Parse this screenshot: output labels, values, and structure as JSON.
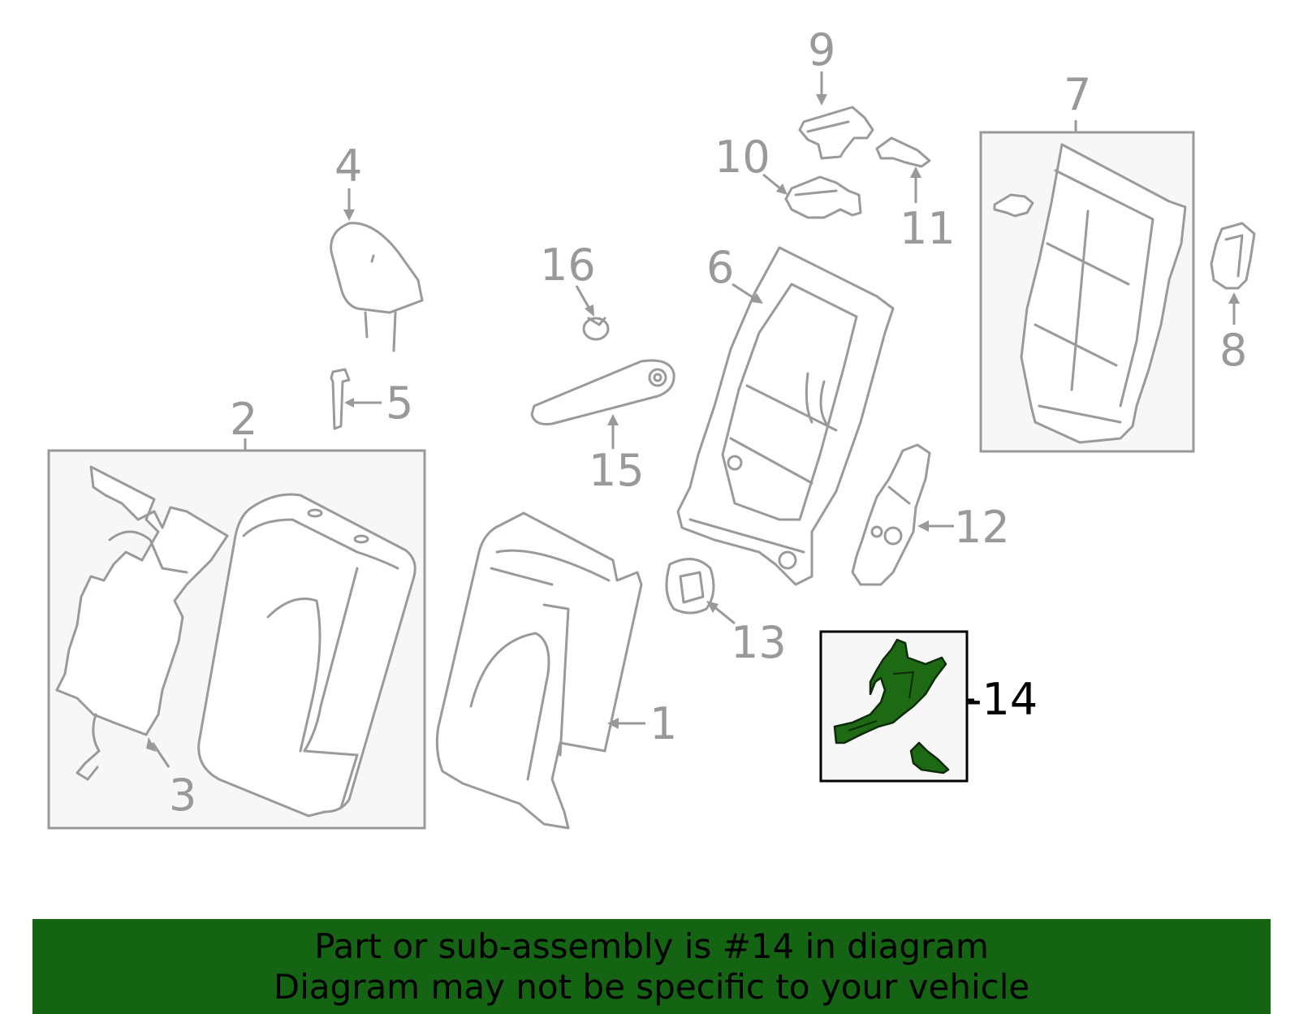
{
  "callouts": {
    "c1": "1",
    "c2": "2",
    "c3": "3",
    "c4": "4",
    "c5": "5",
    "c6": "6",
    "c7": "7",
    "c8": "8",
    "c9": "9",
    "c10": "10",
    "c11": "11",
    "c12": "12",
    "c13": "13",
    "c14": "-14",
    "c15": "15",
    "c16": "16"
  },
  "highlight": {
    "part_number": "14",
    "color": "#1e6a14"
  },
  "banner": {
    "line1": "Part or sub-assembly is #14 in diagram",
    "line2": "Diagram may not be specific to your vehicle",
    "background": "#146414"
  },
  "icons": [
    "arrow-icon"
  ]
}
